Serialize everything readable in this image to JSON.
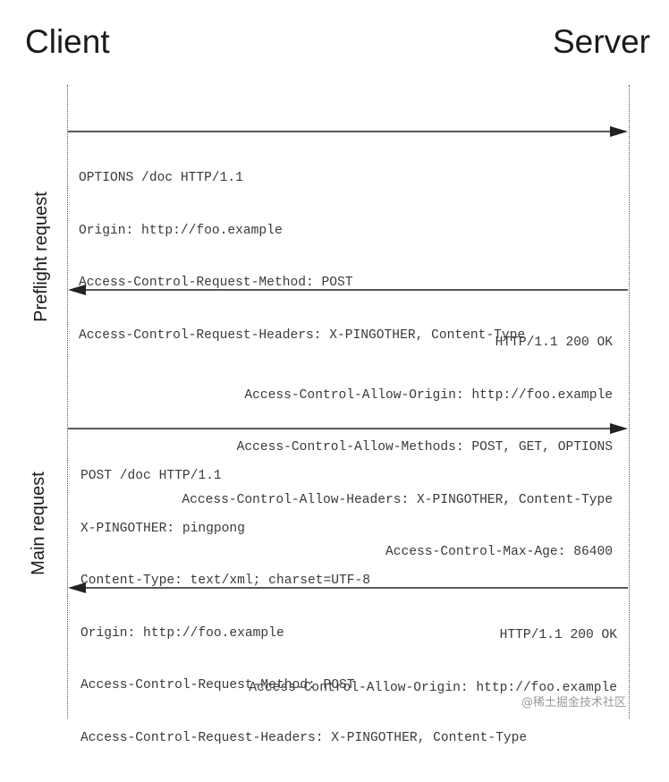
{
  "actors": {
    "client": "Client",
    "server": "Server"
  },
  "phases": {
    "preflight": "Preflight request",
    "main": "Main request"
  },
  "messages": {
    "preflight_request": [
      "OPTIONS /doc HTTP/1.1",
      "Origin: http://foo.example",
      "Access-Control-Request-Method: POST",
      "Access-Control-Request-Headers: X-PINGOTHER, Content-Type"
    ],
    "preflight_response": [
      "HTTP/1.1 200 OK",
      "Access-Control-Allow-Origin: http://foo.example",
      "Access-Control-Allow-Methods: POST, GET, OPTIONS",
      "Access-Control-Allow-Headers: X-PINGOTHER, Content-Type",
      "Access-Control-Max-Age: 86400"
    ],
    "main_request": [
      "POST /doc HTTP/1.1",
      "X-PINGOTHER: pingpong",
      "Content-Type: text/xml; charset=UTF-8",
      "Origin: http://foo.example",
      "Access-Control-Request-Method: POST",
      "Access-Control-Request-Headers: X-PINGOTHER, Content-Type"
    ],
    "main_response": [
      "HTTP/1.1 200 OK",
      "Access-Control-Allow-Origin: http://foo.example"
    ]
  },
  "watermark": "@稀土掘金技术社区",
  "colors": {
    "line": "#222222",
    "text": "#3a3a3a",
    "watermark": "#9a9a9a"
  }
}
